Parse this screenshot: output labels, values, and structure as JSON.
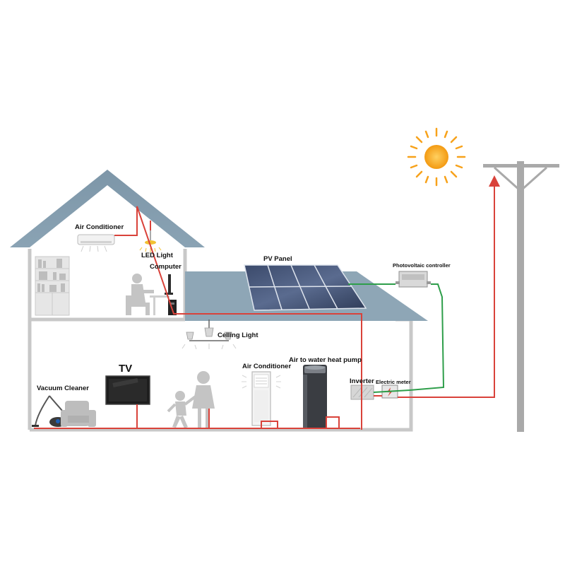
{
  "labels": {
    "air_conditioner_wall": "Air Conditioner",
    "led_light": "LED Light",
    "computer": "Computer",
    "pv_panel": "PV Panel",
    "photovoltaic_controller": "Photovoltaic  controller",
    "ceiling_light": "Celling Light",
    "tv": "TV",
    "vacuum_cleaner": "Vacuum Cleaner",
    "air_conditioner_floor": "Air Conditioner",
    "heat_pump": "Air to water heat pump",
    "inverter": "Inverter",
    "electric_meter": "Electric meter"
  },
  "colors": {
    "wire_ac": "#d9423a",
    "wire_dc": "#2e9e4a",
    "roof": "#7f9aad",
    "wall": "#c8c8c8",
    "silhouette": "#bdbdbd",
    "sun": "#f7a21b",
    "pole": "#a9a9a9"
  },
  "icons": [
    "sun-icon",
    "utility-pole-icon",
    "solar-panel-icon",
    "tv-icon",
    "vacuum-cleaner-icon",
    "armchair-icon",
    "family-icon",
    "person-at-computer-icon",
    "bookshelf-icon",
    "ceiling-light-icon",
    "led-light-icon",
    "wall-ac-icon",
    "floor-ac-icon",
    "heat-pump-icon",
    "inverter-icon",
    "electric-meter-icon",
    "photovoltaic-controller-icon"
  ]
}
